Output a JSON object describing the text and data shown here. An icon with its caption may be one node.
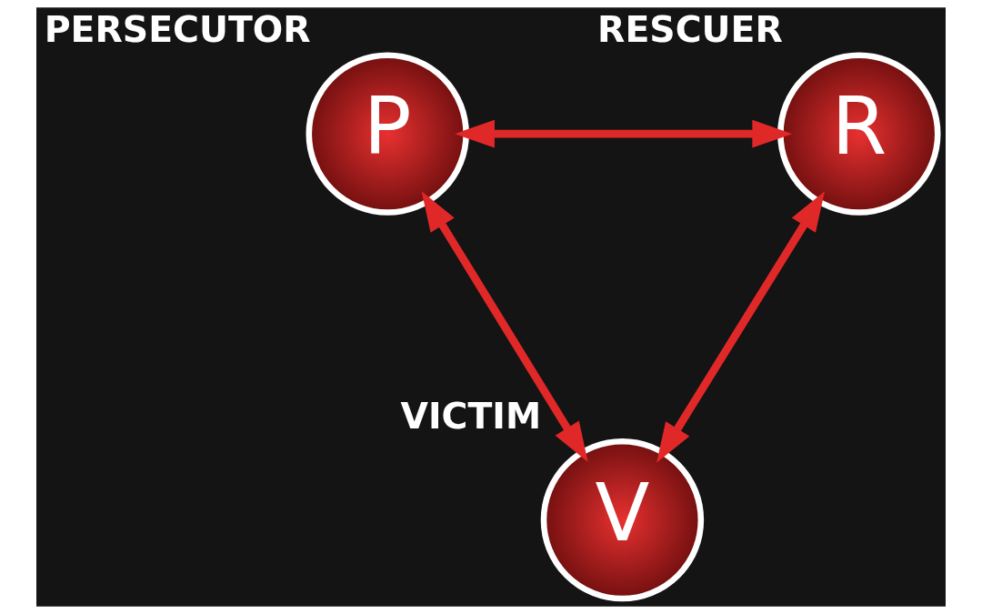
{
  "diagram": {
    "nodes": [
      {
        "text": [
          "P"
        ],
        "beside": [
          "PERSECUTOR"
        ]
      },
      {
        "text": [
          "R"
        ],
        "beside": [
          "RESCUER"
        ]
      },
      {
        "text": [
          "V"
        ],
        "beside": [
          "VICTIM"
        ]
      }
    ],
    "edges": [
      {
        "from": 0,
        "to": 1,
        "arrow": "both"
      },
      {
        "from": 0,
        "to": 2,
        "arrow": "both"
      },
      {
        "from": 1,
        "to": 2,
        "arrow": "both"
      }
    ]
  }
}
